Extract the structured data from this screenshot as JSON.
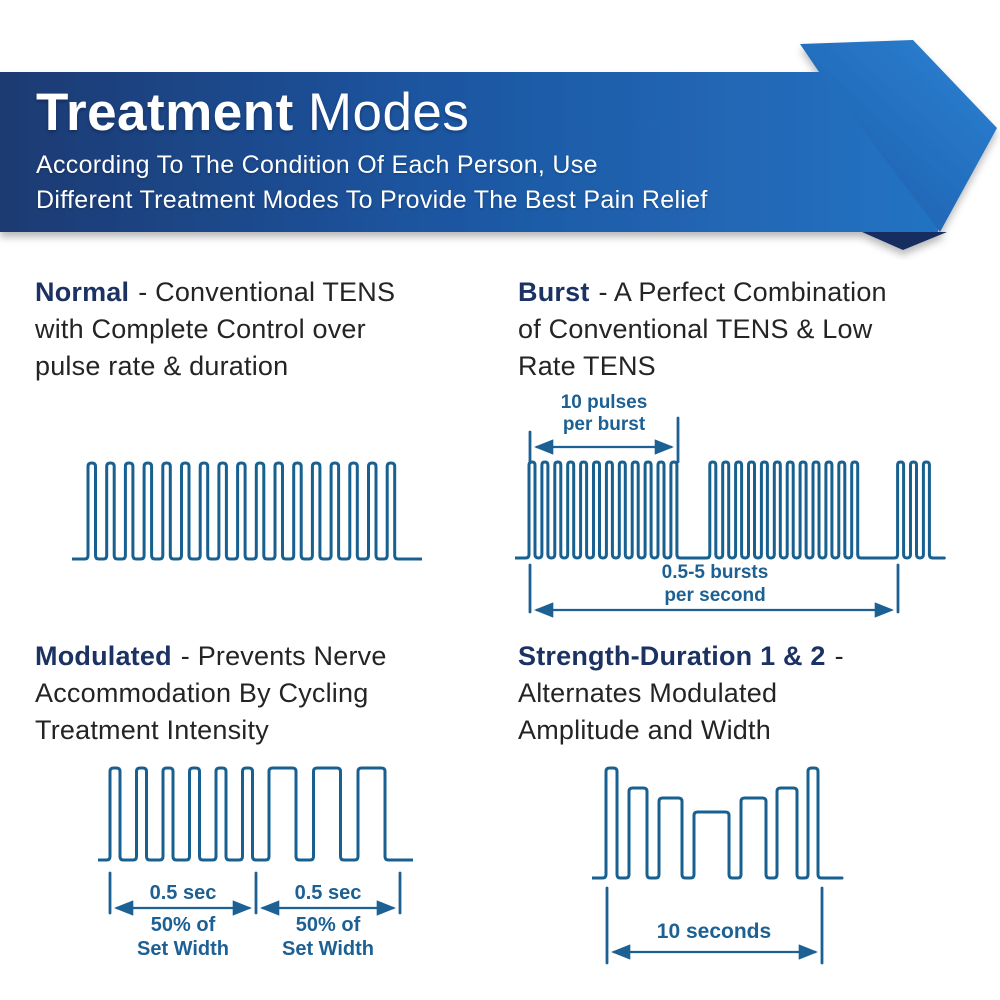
{
  "header": {
    "title_bold": "Treatment",
    "title_regular": "Modes",
    "subtitle_lines": [
      "According To The Condition Of Each Person, Use",
      "Different Treatment Modes To Provide The Best Pain Relief"
    ]
  },
  "modes": [
    {
      "title": "Normal",
      "desc_lines": [
        "- Conventional TENS",
        "with Complete Control over",
        "pulse rate & duration"
      ]
    },
    {
      "title": "Burst",
      "desc_lines": [
        "- A Perfect Combination",
        "of Conventional TENS & Low",
        "Rate TENS"
      ]
    },
    {
      "title": "Modulated",
      "desc_lines": [
        "- Prevents Nerve",
        "Accommodation By Cycling",
        "Treatment Intensity"
      ]
    },
    {
      "title": "Strength-Duration 1 & 2",
      "desc_lines": [
        "-",
        "Alternates Modulated",
        "Amplitude and Width"
      ]
    }
  ],
  "annotations": {
    "burst_top_line1": "10 pulses",
    "burst_top_line2": "per burst",
    "burst_bottom_line1": "0.5-5 bursts",
    "burst_bottom_line2": "per second",
    "mod_left_time": "0.5 sec",
    "mod_left_sub1": "50% of",
    "mod_left_sub2": "Set Width",
    "mod_right_time": "0.5 sec",
    "mod_right_sub1": "50% of",
    "mod_right_sub2": "Set Width",
    "sd_duration": "10 seconds"
  },
  "waveforms": {
    "normal": {
      "lead": 16,
      "tail": 16,
      "groups": [
        {
          "count": 17,
          "w": 7.5,
          "gap": 11.2,
          "h": 96
        }
      ]
    },
    "burst": {
      "lead": 14,
      "tail": 8,
      "groups": [
        {
          "count": 12,
          "w": 6,
          "gap": 6.9,
          "h": 96
        },
        {
          "space": 26
        },
        {
          "count": 12,
          "w": 6,
          "gap": 6.9,
          "h": 96
        },
        {
          "space": 33
        },
        {
          "count": 3,
          "w": 6,
          "gap": 6.9,
          "h": 96
        }
      ]
    },
    "modulated": {
      "lead": 12,
      "tail": 10,
      "groups": [
        {
          "count": 6,
          "w": 10,
          "gap": 16.5,
          "h": 92
        },
        {
          "count": 3,
          "w": 27,
          "gap": 17.5,
          "h": 92
        }
      ]
    },
    "strength_duration": {
      "lead": 14,
      "tail": 24,
      "groups": [
        {
          "count": 1,
          "w": 11,
          "gap": 12,
          "h": 110
        },
        {
          "count": 1,
          "w": 18,
          "gap": 12,
          "h": 90
        },
        {
          "count": 1,
          "w": 23,
          "gap": 12,
          "h": 80
        },
        {
          "count": 1,
          "w": 35,
          "gap": 12,
          "h": 66
        },
        {
          "count": 1,
          "w": 25,
          "gap": 11,
          "h": 80
        },
        {
          "count": 1,
          "w": 20,
          "gap": 11,
          "h": 90
        },
        {
          "count": 1,
          "w": 10,
          "gap": 0,
          "h": 110
        }
      ]
    }
  },
  "colors": {
    "banner_dark": "#1c3a72",
    "banner_mid": "#1e55a0",
    "banner_light": "#2273c3",
    "arrow_start": "#195da9",
    "arrow_end": "#2e82d4",
    "fold_dark": "#132f5f",
    "heading": "#1b3263",
    "body_text": "#242424",
    "wave": "#17608f",
    "annotation": "#1d6093"
  }
}
